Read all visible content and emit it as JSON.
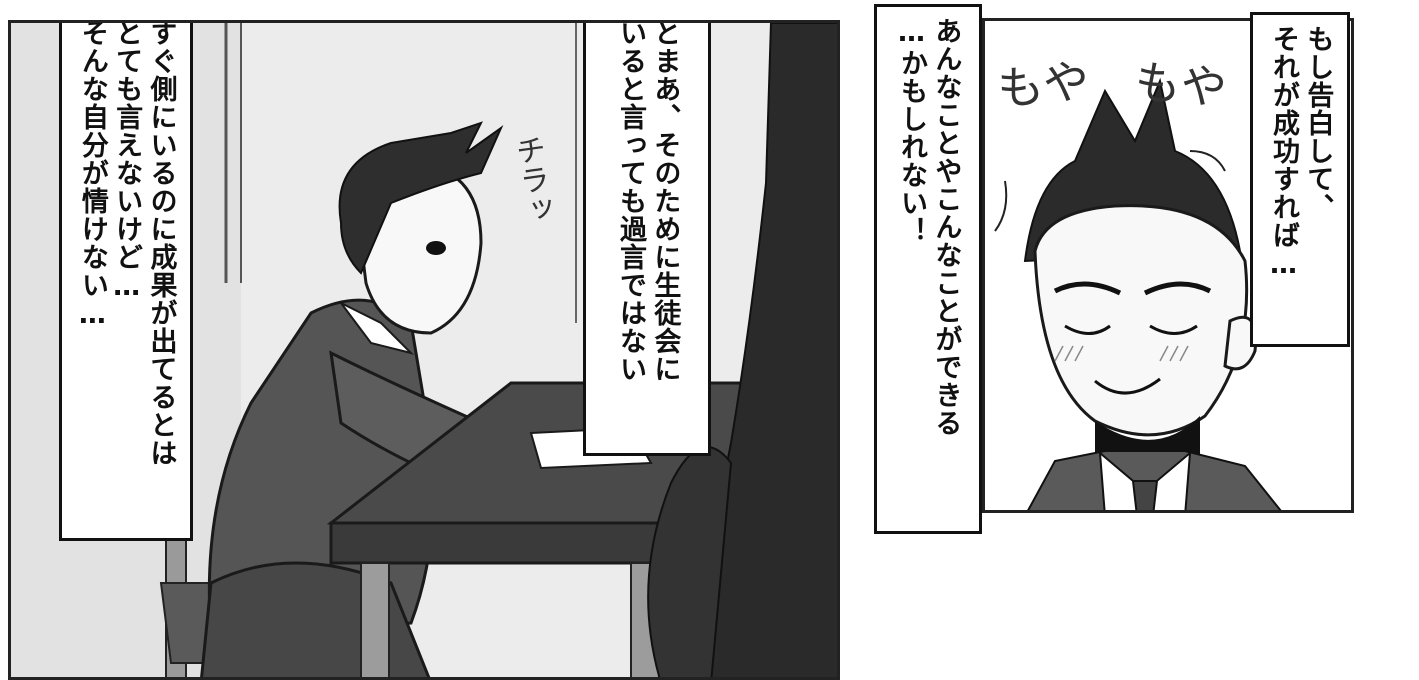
{
  "panels": {
    "left": {
      "caption_left": {
        "lines": [
          "すぐ側にいるのに成果が出てるとは",
          "とても言えないけど…",
          "そんな自分が情けない…"
        ]
      },
      "caption_right": {
        "lines": [
          "とまあ、そのために生徒会に",
          "いると言っても過言ではない"
        ]
      },
      "sfx_glance": "チラッ"
    },
    "right": {
      "caption_left": {
        "lines": [
          "あんなことやこんなことができる",
          "…かもしれない！"
        ]
      },
      "caption_right": {
        "lines": [
          "もし告白して、",
          "それが成功すれば…"
        ]
      },
      "sfx_moya_1": "もや",
      "sfx_moya_2": "もや"
    }
  },
  "colors": {
    "border": "#111111",
    "tone_dark": "#3a3a3a",
    "tone_mid": "#7a7a7a",
    "tone_light": "#d9d9d9",
    "paper": "#ffffff"
  }
}
